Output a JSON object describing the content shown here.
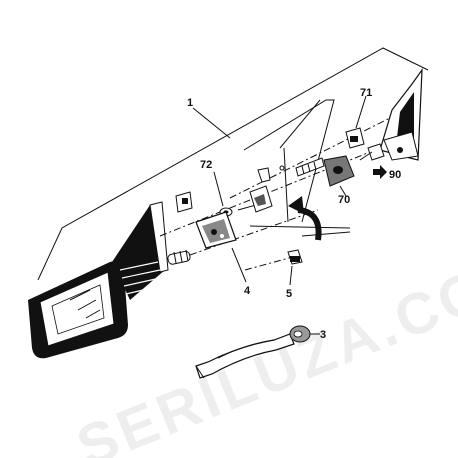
{
  "watermark": "SERILUZA.COM",
  "callouts": {
    "c1": "1",
    "c3": "3",
    "c4": "4",
    "c5": "5",
    "c70": "70",
    "c71": "71",
    "c72": "72",
    "c90": "90"
  },
  "colors": {
    "ink": "#111111",
    "paper": "#ffffff",
    "watermark": "#cfcfcf"
  }
}
